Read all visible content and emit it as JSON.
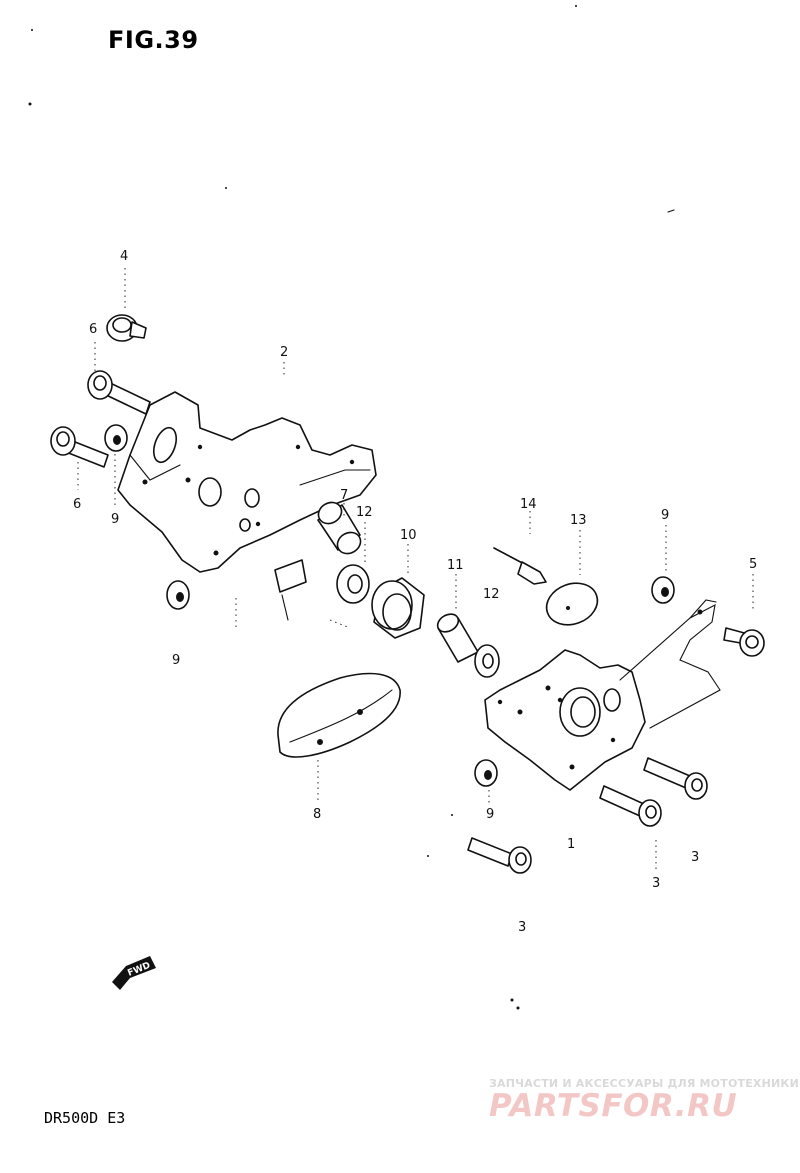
{
  "figure": {
    "title": "FIG.39",
    "model_code": "DR500D E3"
  },
  "fwd_arrow": {
    "label": "FWD"
  },
  "watermark": {
    "line1": "ЗАПЧАСТИ И АКСЕССУАРЫ ДЛЯ МОТОТЕХНИКИ",
    "logo": "PARTSFOR.RU"
  },
  "callouts": {
    "c1": "1",
    "c2": "2",
    "c3a": "3",
    "c3b": "3",
    "c3c": "3",
    "c4": "4",
    "c5": "5",
    "c6a": "6",
    "c6b": "6",
    "c7": "7",
    "c8": "8",
    "c9a": "9",
    "c9b": "9",
    "c9c": "9",
    "c9d": "9",
    "c10": "10",
    "c11": "11",
    "c12": "12",
    "c12b": "12",
    "c13": "13",
    "c14": "14"
  },
  "colors": {
    "ink": "#111111",
    "paper": "#ffffff",
    "watermark_red": "#f4c7c7",
    "watermark_grey": "#d9d9d9"
  }
}
